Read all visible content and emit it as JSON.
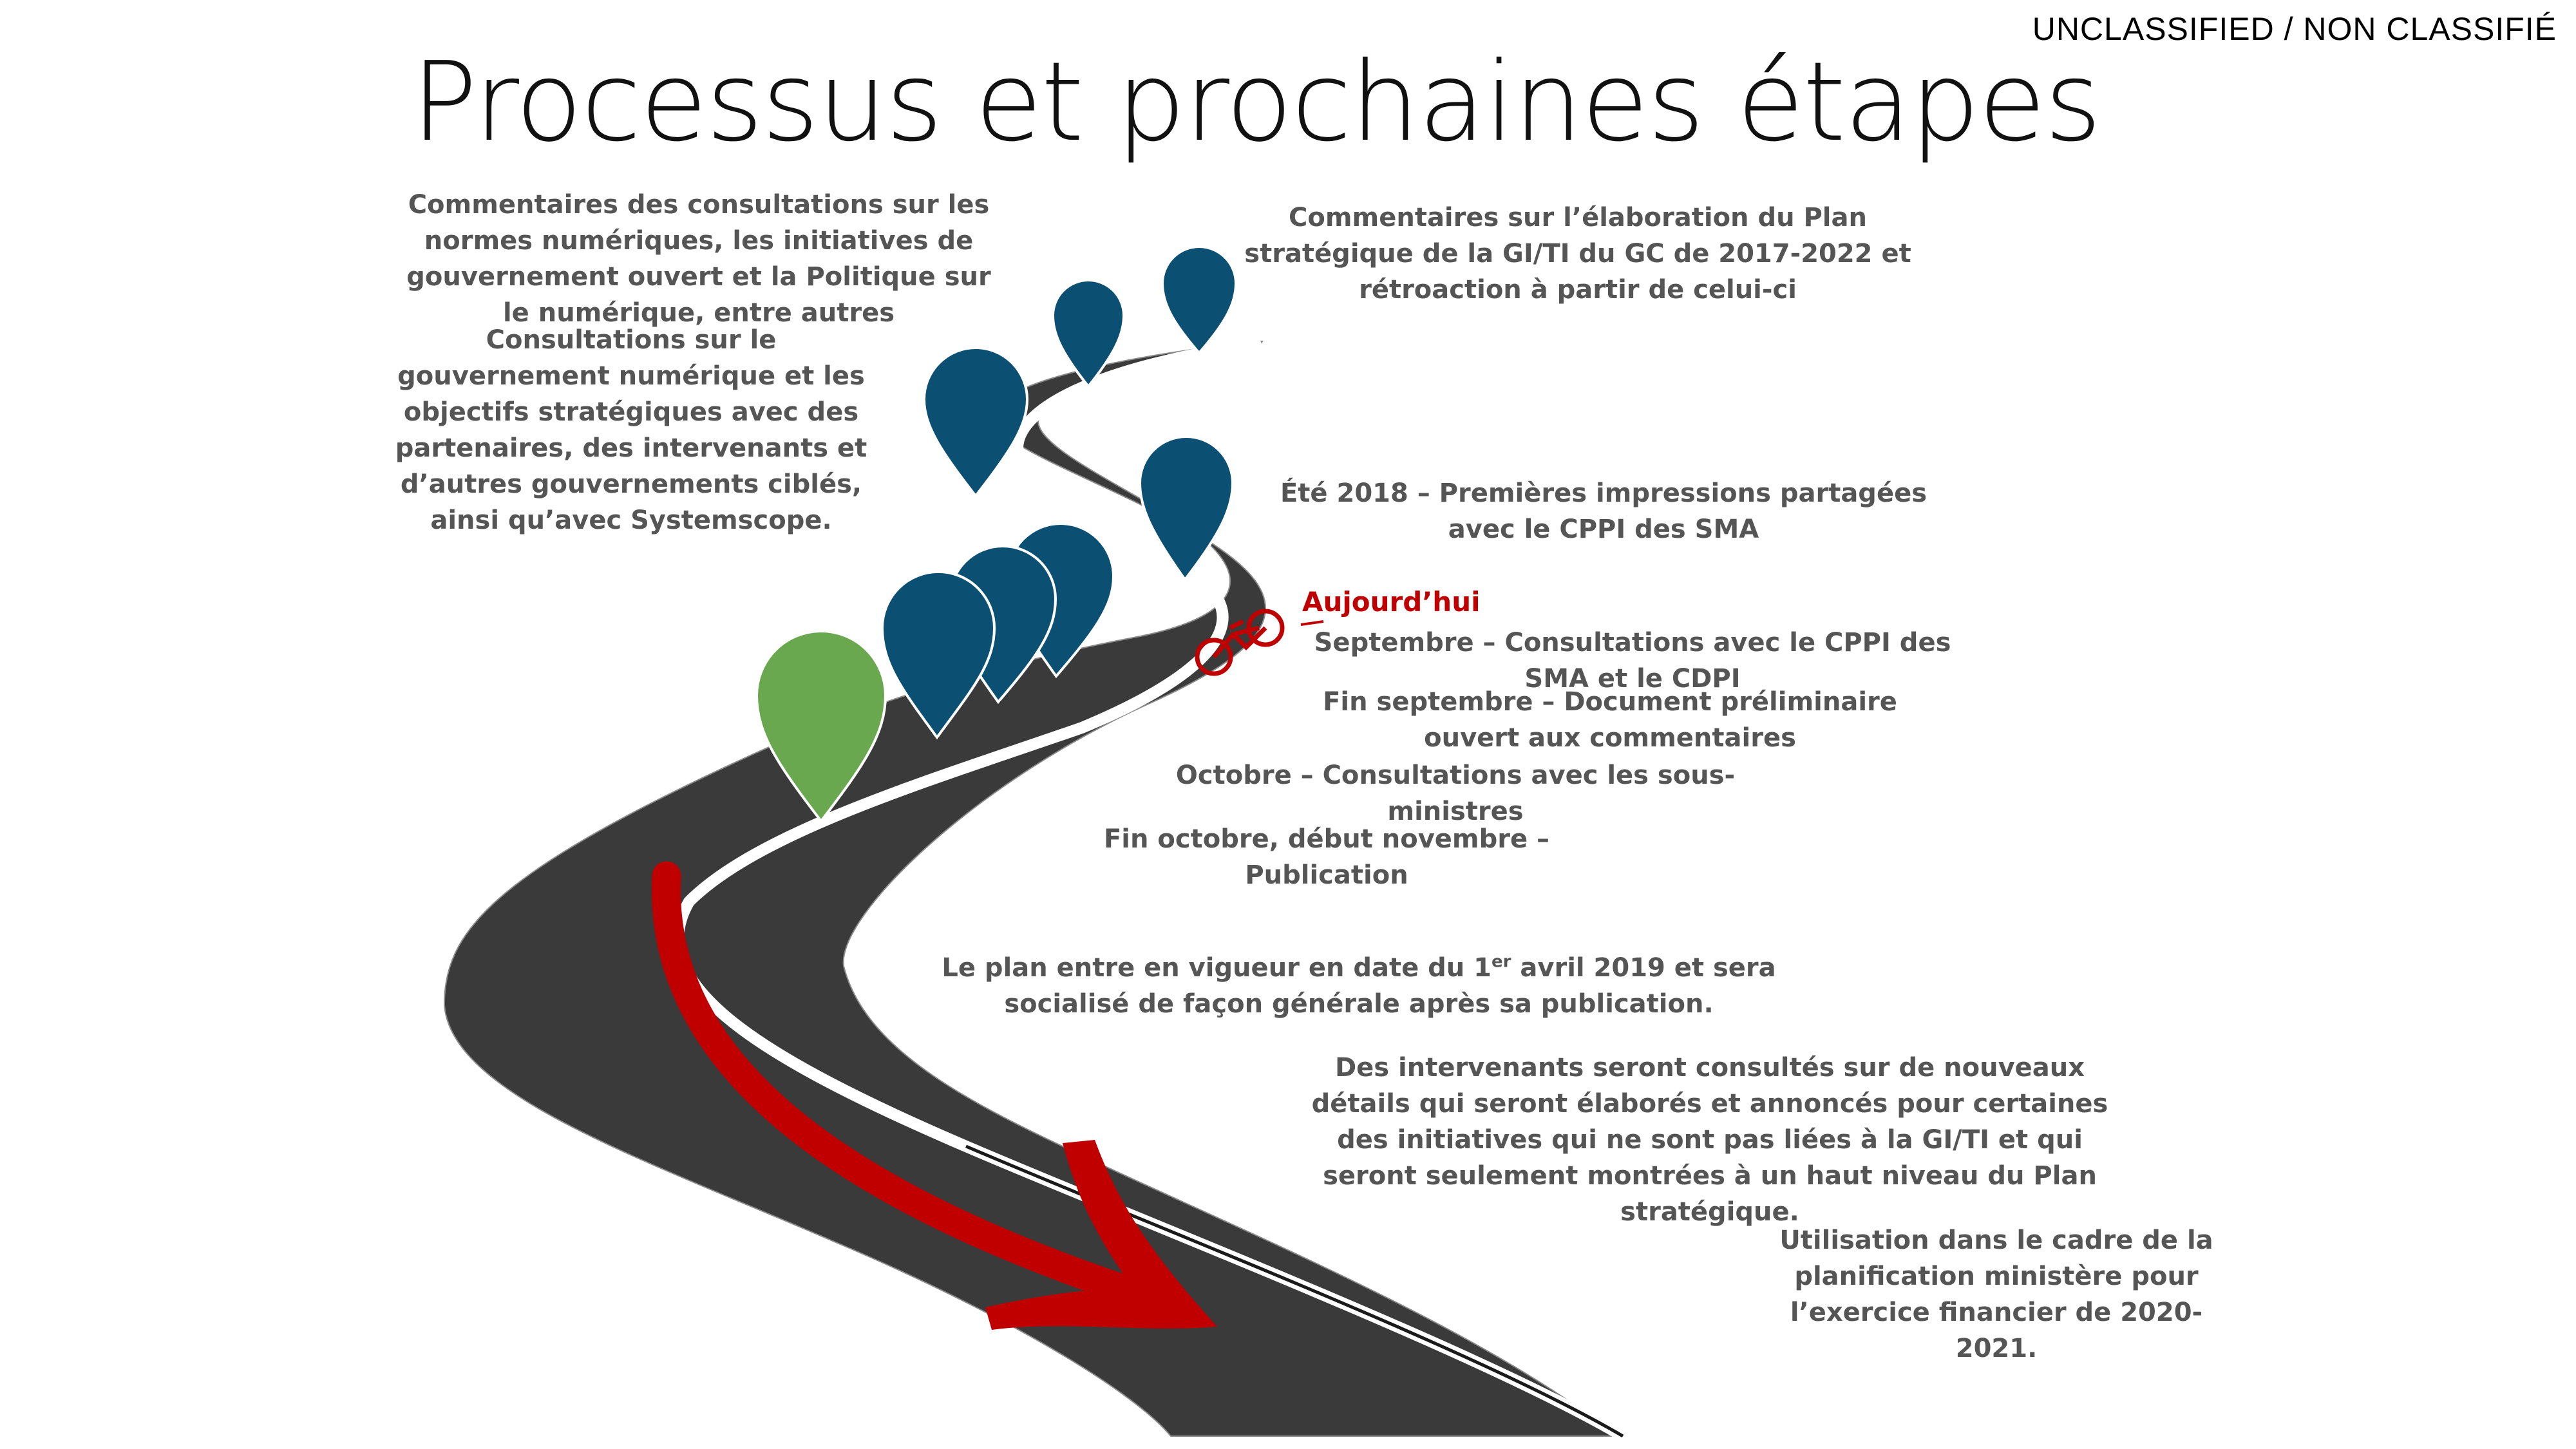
{
  "header": {
    "classification": "UNCLASSIFIED / NON CLASSIFIÉ",
    "title": "Processus et prochaines étapes"
  },
  "colors": {
    "road": "#3a3a3a",
    "marker_blue": "#0b4f73",
    "marker_green": "#6aa84f",
    "accent_red": "#c00000",
    "text_gray": "#555555"
  },
  "milestones": {
    "consultations_normes": "Commentaires des consultations sur les normes numériques, les initiatives de gouvernement ouvert et la Politique sur le numérique, entre autres",
    "consultations_gouvernement": "Consultations sur le gouvernement numérique et les objectifs stratégiques avec des partenaires, des intervenants et d’autres gouvernements ciblés, ainsi qu’avec Systemscope.",
    "plan_2017": "Commentaires sur l’élaboration du Plan stratégique de la GI/TI du GC de 2017-2022 et rétroaction à partir de celui-ci",
    "ete_2018": "Été 2018 – Premières impressions partagées avec le CPPI des SMA",
    "today_label": "Aujourd’hui",
    "septembre": "Septembre – Consultations avec le CPPI des SMA et le CDPI",
    "fin_septembre": "Fin septembre – Document préliminaire ouvert aux commentaires",
    "octobre": "Octobre – Consultations avec les sous-ministres",
    "publication": "Fin octobre, début novembre – Publication"
  },
  "future": {
    "plan_part1": "Le plan entre en vigueur en date du 1",
    "plan_sup": "er",
    "plan_part2": " avril 2019 et sera socialisé de façon générale après sa publication.",
    "intervenants": "Des intervenants seront consultés sur de nouveaux détails qui seront élaborés et annoncés pour certaines des initiatives qui ne sont pas liées à la GI/TI et qui seront seulement montrées à un haut niveau du Plan stratégique.",
    "utilisation": "Utilisation dans le cadre de la planification ministère pour l’exercice financier de 2020-2021."
  }
}
